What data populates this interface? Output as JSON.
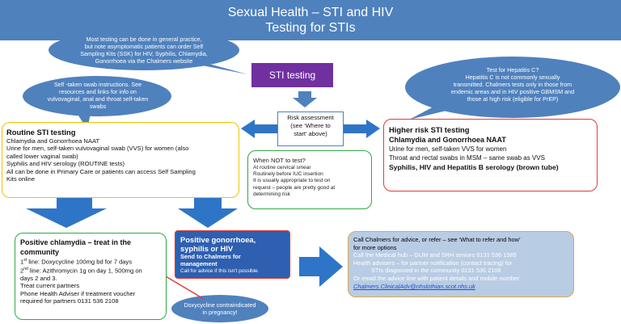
{
  "header": {
    "line1": "Sexual Health – STI and HIV",
    "line2": "Testing for STIs"
  },
  "bubbles": {
    "general_practice": [
      "Most testing can be done in general practice,",
      "but note  asymptomatic patients can order Self",
      "Sampling Kits (SSK) for HIV, Syphilis, Chlamydia,",
      "Gonorrhoea via the Chalmers website"
    ],
    "swab": [
      "Self -taken swab instructions. See",
      "resources and links for info on",
      "vulvovaginal, anal and throat self-taken",
      "swabs"
    ],
    "hep_c": [
      "Test for Hepatitis C?",
      "Hepatitis C is not commonly sexually",
      "transmitted.  Chalmers tests only in those from",
      "endemic areas and in HIV positive GBMSM and",
      "those at high risk (eligible for PrEP)"
    ],
    "doxy": [
      "Doxycycline contraindicated",
      "in pregnancy!"
    ]
  },
  "sti_testing": "STI testing",
  "risk_assessment": [
    "Risk assessment",
    "(see ‘Where to",
    "start’ above)"
  ],
  "routine": {
    "title": "Routine STI testing",
    "lines": [
      "Chlamydia and Gonorrhoea NAAT",
      "Urine for men, self-taken vulvovaginal swab (VVS) for women (also",
      "called lower vaginal swab)",
      "Syphilis and HIV serology (ROUTINE  tests)",
      "All can be done in Primary Care or patients can access Self Sampling",
      "Kits online"
    ]
  },
  "higher": {
    "title": "Higher risk STI testing",
    "line1": "Chlamydia and Gonorrhoea NAAT",
    "line2": "Urine for men, self-taken VVS for women",
    "line3": "Throat and rectal swabs in MSM – same swab as VVS",
    "line4": "Syphilis, HIV and Hepatitis B serology (brown tube)"
  },
  "not_test": {
    "title": "When NOT to test?",
    "lines": [
      "At routine cervical smear",
      "Routinely before IUC insertion",
      "It is usually appropriate to test on",
      "request – people are pretty good at",
      "determining risk"
    ]
  },
  "positive_chlamydia": {
    "title1": "Positive chlamydia – treat in  the",
    "title2": "community",
    "first_sup": "st",
    "first_text": " line: Doxycycline 100mg bd for 7 days",
    "second_sup": "nd",
    "second_text": " line: Azithromycin 1g on day 1, 500mg on",
    "second_cont": "days 2 and 3.",
    "lines": [
      "Treat current partners",
      "Phone Health Adviser if treatment voucher",
      "required for partners 0131 536 2108"
    ]
  },
  "positive_gonorrhoea": {
    "title": [
      "Positive gonorrhoea,",
      "syphilis or HIV"
    ],
    "send": [
      "Send to Chalmers for",
      "management"
    ],
    "note": "Call for advice if this isn’t possible."
  },
  "chalmers": {
    "intro": [
      "Call Chalmers for advice, or refer – see ‘What to refer and how’",
      "for more options"
    ],
    "medical_hub": "Call the Medical hub – GUM and SRH seniors 0131 536 1585",
    "health_advisers": "Health advisers – for partner notification (contact tracing) for",
    "health_advisers2": "STIs diagnosed in the community 0131 536 2108",
    "email": "Or email the advice line with patient details and mobile number",
    "link": "Chalmers.ClinicalAdv@nhslothian.scot.nhs.uk"
  },
  "colors": {
    "header": "#4f81bd",
    "purple": "#7030a0",
    "arrow": "#4f81bd",
    "bubble": "#4f81bd"
  }
}
